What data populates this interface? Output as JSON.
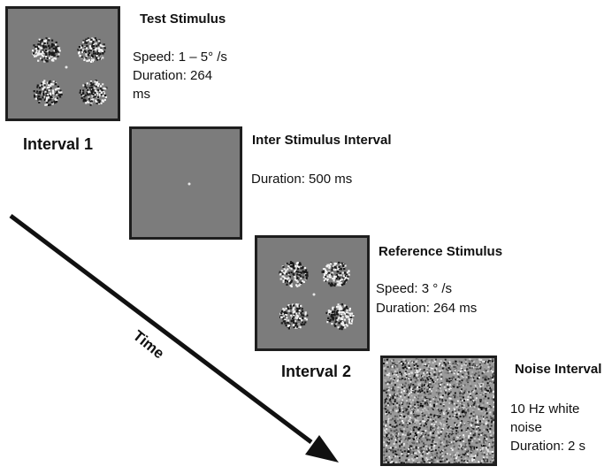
{
  "colors": {
    "screen_gray": "#7c7c7c",
    "frame_border": "#1e1e1e",
    "arrow": "#111111"
  },
  "test_stimulus": {
    "title": "Test Stimulus",
    "speed": "Speed: 1 – 5° /s",
    "duration_line1": "Duration: 264",
    "duration_line2": "ms"
  },
  "interval1_label": "Interval 1",
  "isi": {
    "title": "Inter Stimulus Interval",
    "duration": "Duration: 500 ms"
  },
  "reference_stimulus": {
    "title": "Reference Stimulus",
    "speed": "Speed: 3 ° /s",
    "duration": "Duration: 264 ms"
  },
  "interval2_label": "Interval 2",
  "noise_interval": {
    "title": "Noise Interval",
    "line1": "10 Hz white",
    "line2": "noise",
    "duration": "Duration: 2 s"
  },
  "time_label": "Time"
}
